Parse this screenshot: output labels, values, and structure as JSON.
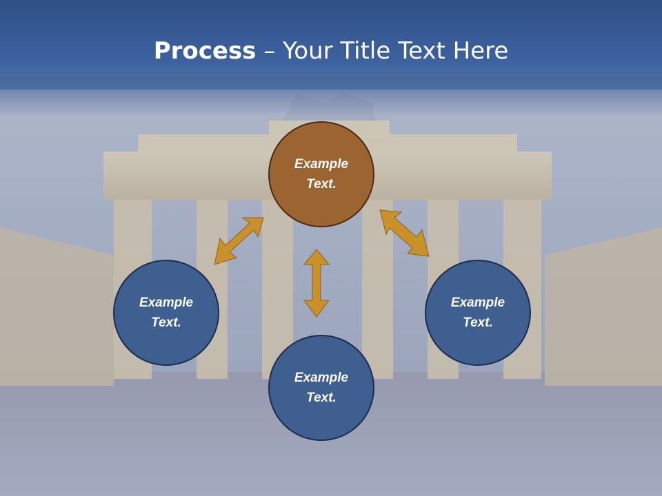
{
  "slide": {
    "title_bold": "Process",
    "title_rest": " – Your Title Text Here"
  },
  "diagram": {
    "top": "Example\nText.",
    "left": "Example\nText.",
    "right": "Example\nText.",
    "bottom": "Example\nText."
  },
  "colors": {
    "accent_brown": "#9b6431",
    "circle_blue": "#3e5f90",
    "arrow_gold": "#c8912a",
    "title_band": "#3d62a0"
  }
}
